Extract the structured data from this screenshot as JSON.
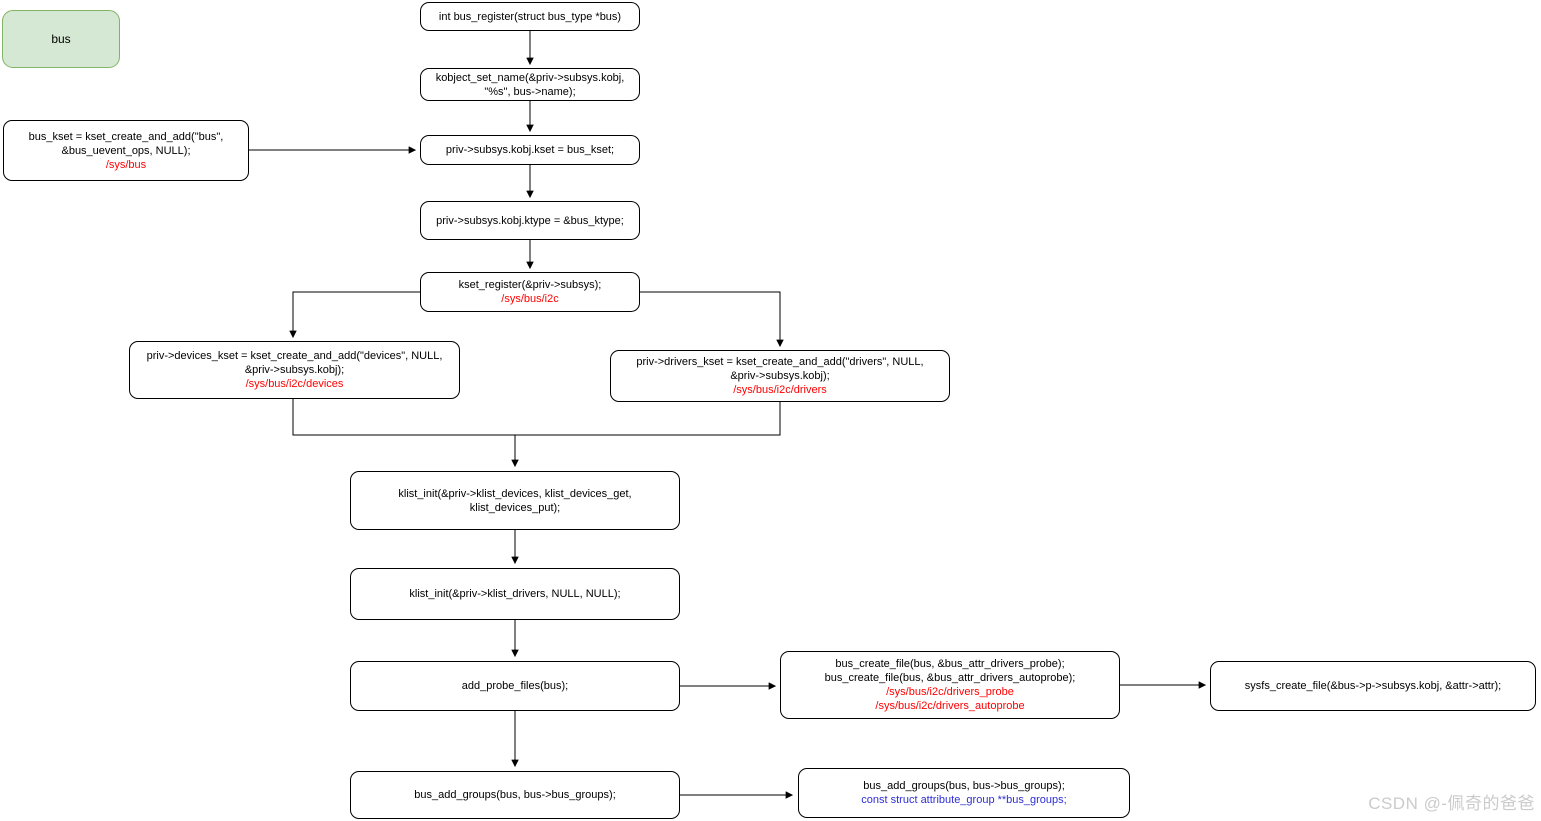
{
  "colors": {
    "node_border": "#000000",
    "path_red": "#ff0000",
    "path_blue": "#2d2dd6",
    "green_fill": "#d5e8d4",
    "green_border": "#82b366",
    "watermark_gray": "#cbcbcb"
  },
  "watermark": {
    "text": "CSDN @-佩奇的爸爸"
  },
  "diagram": {
    "nodes": {
      "bus": {
        "label": "bus"
      },
      "bus_register": {
        "lines": [
          "int bus_register(struct bus_type *bus)"
        ]
      },
      "kobject_set_name": {
        "lines": [
          "kobject_set_name(&priv->subsys.kobj,",
          "\"%s\", bus->name);"
        ]
      },
      "bus_kset": {
        "lines": [
          "bus_kset = kset_create_and_add(\"bus\",",
          "&bus_uevent_ops, NULL);"
        ],
        "path": "/sys/bus"
      },
      "kset_assign": {
        "lines": [
          "priv->subsys.kobj.kset = bus_kset;"
        ]
      },
      "ktype_assign": {
        "lines": [
          "priv->subsys.kobj.ktype = &bus_ktype;"
        ]
      },
      "kset_register": {
        "lines": [
          "kset_register(&priv->subsys);"
        ],
        "path": "/sys/bus/i2c"
      },
      "devices_kset": {
        "lines": [
          "priv->devices_kset = kset_create_and_add(\"devices\", NULL,",
          "&priv->subsys.kobj);"
        ],
        "path": "/sys/bus/i2c/devices"
      },
      "drivers_kset": {
        "lines": [
          "priv->drivers_kset = kset_create_and_add(\"drivers\", NULL,",
          "&priv->subsys.kobj);"
        ],
        "path": "/sys/bus/i2c/drivers"
      },
      "klist_devices": {
        "lines": [
          "klist_init(&priv->klist_devices, klist_devices_get,",
          "klist_devices_put);"
        ]
      },
      "klist_drivers": {
        "lines": [
          "klist_init(&priv->klist_drivers, NULL, NULL);"
        ]
      },
      "add_probe_files": {
        "lines": [
          "add_probe_files(bus);"
        ]
      },
      "bus_create_file": {
        "lines": [
          "bus_create_file(bus, &bus_attr_drivers_probe);",
          "bus_create_file(bus, &bus_attr_drivers_autoprobe);"
        ],
        "path": "/sys/bus/i2c/drivers_probe",
        "path2": "/sys/bus/i2c/drivers_autoprobe"
      },
      "sysfs_create_file": {
        "lines": [
          "sysfs_create_file(&bus->p->subsys.kobj, &attr->attr);"
        ]
      },
      "bus_add_groups": {
        "lines": [
          "bus_add_groups(bus, bus->bus_groups);"
        ]
      },
      "bus_add_groups_detail": {
        "lines": [
          "bus_add_groups(bus, bus->bus_groups);"
        ],
        "note": "const struct attribute_group **bus_groups;"
      }
    }
  }
}
